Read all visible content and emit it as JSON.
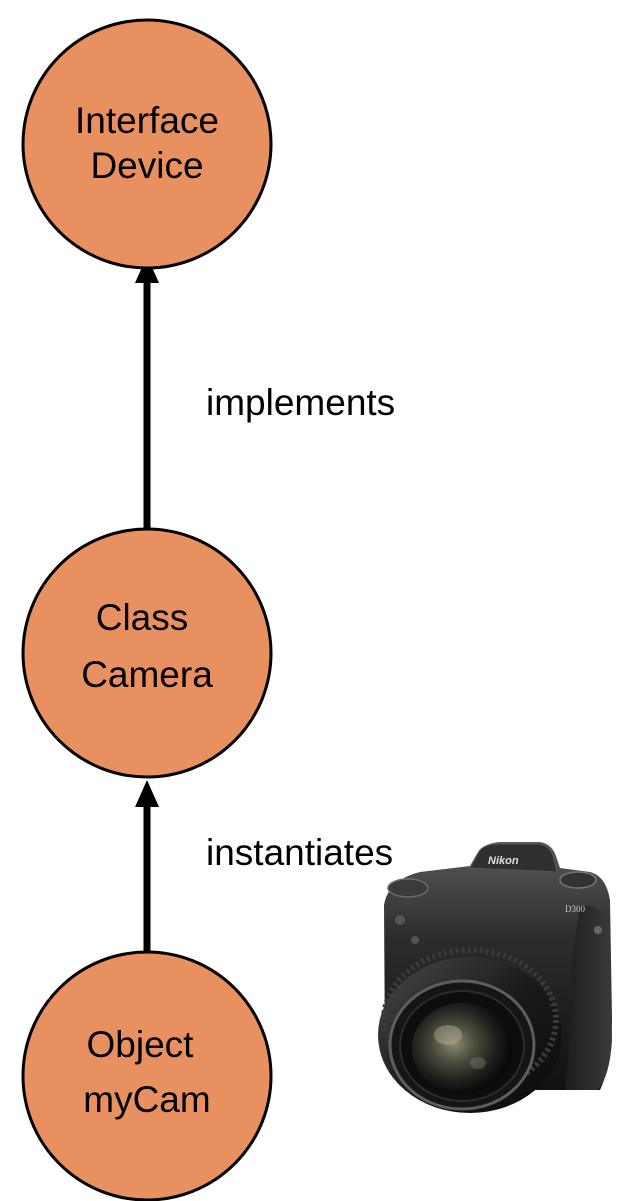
{
  "colors": {
    "node_fill": "#E8905F",
    "node_stroke": "#000000",
    "edge": "#000000"
  },
  "nodes": {
    "interface": {
      "line1": "Interface",
      "line2": "Device"
    },
    "class": {
      "line1": "Class",
      "line2": "Camera"
    },
    "object": {
      "line1": "Object",
      "line2": "myCam"
    }
  },
  "edges": {
    "implements": {
      "label": "implements"
    },
    "instantiates": {
      "label": "instantiates"
    }
  },
  "illustration": {
    "name": "camera-icon",
    "brand": "Nikon",
    "model": "D300"
  }
}
